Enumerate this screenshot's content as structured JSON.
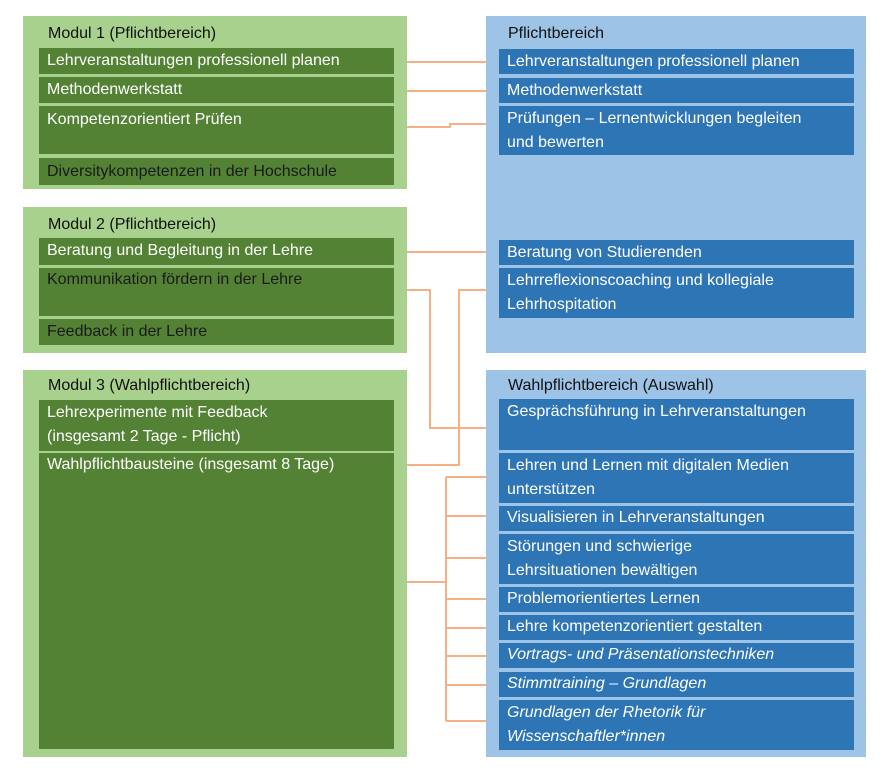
{
  "module1": {
    "title": "Modul 1 (Pflichtbereich)",
    "items": [
      "Lehrveranstaltungen professionell planen",
      "Methodenwerkstatt",
      "Kompetenzorientiert Prüfen",
      "Diversitykompetenzen in der Hochschule"
    ]
  },
  "module2": {
    "title": "Modul 2 (Pflichtbereich)",
    "items": [
      "Beratung und Begleitung in der Lehre",
      "Kommunikation fördern in der Lehre",
      "Feedback in der Lehre"
    ]
  },
  "module3": {
    "title": "Modul 3 (Wahlpflichtbereich)",
    "items": [
      {
        "line1": "Lehrexperimente mit Feedback",
        "line2": "(insgesamt 2 Tage - Pflicht)"
      },
      "Wahlpflichtbausteine (insgesamt 8 Tage)"
    ]
  },
  "pflicht": {
    "title": "Pflichtbereich",
    "items": [
      "Lehrveranstaltungen professionell planen",
      "Methodenwerkstatt",
      {
        "line1": "Prüfungen – Lernentwicklungen begleiten",
        "line2": "und bewerten"
      },
      "Beratung von Studierenden",
      {
        "line1": "Lehrreflexionscoaching und kollegiale",
        "line2": "Lehrhospitation"
      }
    ]
  },
  "wahl": {
    "title": "Wahlpflichtbereich (Auswahl)",
    "items": [
      "Gesprächsführung in Lehrveranstaltungen",
      {
        "line1": "Lehren und Lernen mit digitalen Medien",
        "line2": "unterstützen"
      },
      "Visualisieren in Lehrveranstaltungen",
      {
        "line1": "Störungen und schwierige",
        "line2": "Lehrsituationen bewältigen"
      },
      "Problemorientiertes Lernen",
      "Lehre kompetenzorientiert gestalten",
      "Vortrags- und Präsentationstechniken",
      "Stimmtraining – Grundlagen",
      {
        "line1": "Grundlagen der Rhetorik für",
        "line2": "Wissenschaftler*innen"
      }
    ]
  },
  "colors": {
    "green_panel": "#a9d18e",
    "green_box": "#548235",
    "blue_panel": "#9dc3e6",
    "blue_box": "#2e75b6",
    "connector": "#f4b183"
  }
}
